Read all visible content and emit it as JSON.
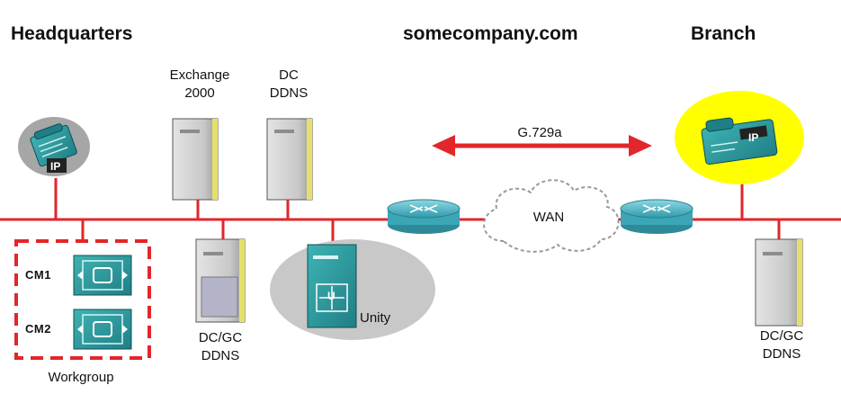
{
  "headings": {
    "headquarters": "Headquarters",
    "domain": "somecompany.com",
    "branch": "Branch"
  },
  "labels": {
    "exchange_line1": "Exchange",
    "exchange_line2": "2000",
    "dc_top_line1": "DC",
    "dc_top_line2": "DDNS",
    "codec": "G.729a",
    "wan": "WAN",
    "cm1": "CM1",
    "cm2": "CM2",
    "workgroup": "Workgroup",
    "hq_dcgc_line1": "DC/GC",
    "hq_dcgc_line2": "DDNS",
    "unity": "Unity",
    "branch_dcgc_line1": "DC/GC",
    "branch_dcgc_line2": "DDNS",
    "phone_badge": "IP",
    "unity_badge": "U"
  },
  "colors": {
    "lan_line": "#e2262a",
    "server_body": "#c9c9c9",
    "router": "#4fb8c7",
    "cisco_teal": "#2a9b9b",
    "hq_phone_halo": "#a6a6a6",
    "branch_phone_halo": "#ffff00",
    "unity_halo": "#c8c8c8"
  },
  "icons": {
    "hq_phone": "ip-phone-icon",
    "branch_phone": "ip-phone-icon",
    "exchange": "server-tower-icon",
    "dc_top": "server-tower-icon",
    "hq_dcgc": "server-tower-icon",
    "branch_dcgc": "server-tower-icon",
    "router_hq": "router-icon",
    "router_branch": "router-icon",
    "wan": "cloud-icon",
    "unity": "unity-server-icon",
    "cm": "callmanager-icon"
  }
}
